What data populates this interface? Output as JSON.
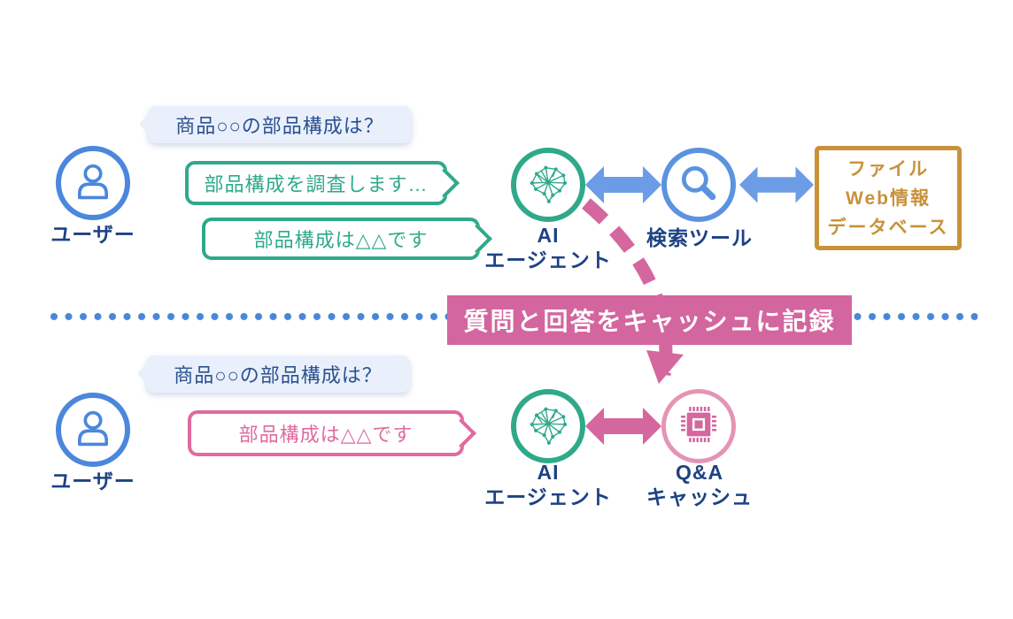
{
  "banner": {
    "label": "質問と回答をキャッシュに記録"
  },
  "top": {
    "user_label": "ユーザー",
    "question": "商品○○の部品構成は？",
    "replies": [
      "部品構成を調査します…",
      "部品構成は△△です"
    ],
    "agent_lines": [
      "AI",
      "エージェント"
    ],
    "search_label": "検索ツール",
    "datasource_lines": [
      "ファイル",
      "Web情報",
      "データベース"
    ]
  },
  "bottom": {
    "user_label": "ユーザー",
    "question": "商品○○の部品構成は？",
    "reply": "部品構成は△△です",
    "agent_lines": [
      "AI",
      "エージェント"
    ],
    "cache_lines": [
      "Q&A",
      "キャッシュ"
    ]
  },
  "colors": {
    "blue_accent": "#5b93e0",
    "green_accent": "#2fa98a",
    "pink_accent": "#d4679e",
    "orange_accent": "#c8923a",
    "navy_text": "#1d4284"
  }
}
